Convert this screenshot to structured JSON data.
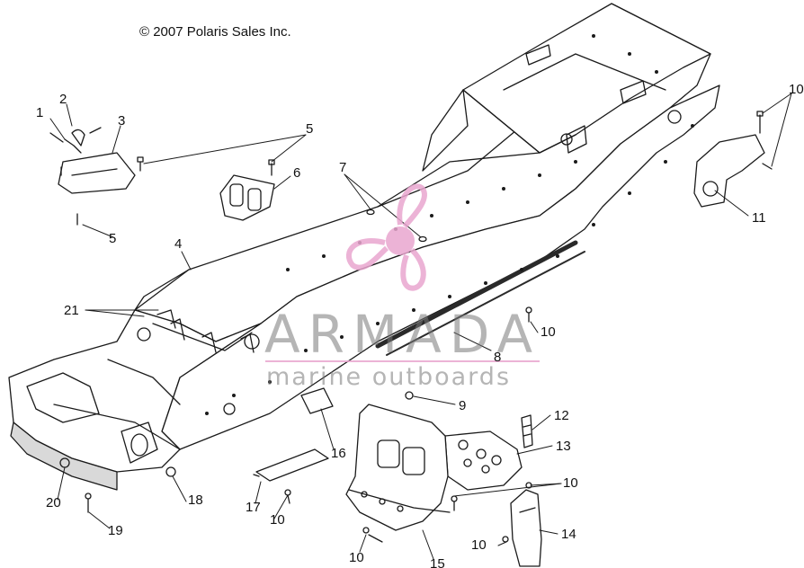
{
  "copyright": "© 2007 Polaris Sales Inc.",
  "watermark": {
    "brand": "ARMADA",
    "tagline": "marine outboards",
    "logo_color": "#e9a6cf",
    "text_color": "#8a8a8a"
  },
  "callouts": {
    "c1": "1",
    "c2": "2",
    "c3": "3",
    "c4": "4",
    "c5a": "5",
    "c5b": "5",
    "c6": "6",
    "c7": "7",
    "c8": "8",
    "c9": "9",
    "c10a": "10",
    "c10b": "10",
    "c10c": "10",
    "c10d": "10",
    "c10e": "10",
    "c10f": "10",
    "c11": "11",
    "c12": "12",
    "c13": "13",
    "c14": "14",
    "c15": "15",
    "c16": "16",
    "c17": "17",
    "c18": "18",
    "c19": "19",
    "c20": "20",
    "c21": "21"
  },
  "colors": {
    "line": "#1a1a1a",
    "fill": "#ffffff",
    "shade": "#d9d9d9",
    "rail": "#2a2a2a"
  }
}
